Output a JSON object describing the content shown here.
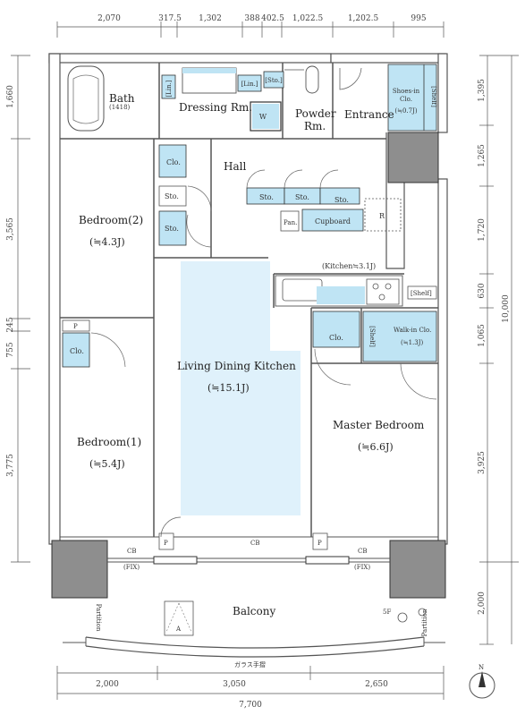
{
  "dimensions": {
    "top": [
      "2,070",
      "317.5",
      "1,302",
      "388",
      "402.5",
      "1,022.5",
      "1,202.5",
      "995"
    ],
    "bottom": [
      "2,000",
      "3,050",
      "2,650"
    ],
    "bottom_total": "7,700",
    "left": [
      "1,660",
      "3,565",
      "245",
      "755",
      "3,775"
    ],
    "right": [
      "1,395",
      "1,265",
      "1,720",
      "630",
      "1,065",
      "3,925",
      "2,000"
    ],
    "right_total": "10,000"
  },
  "rooms": {
    "bath": "Bath",
    "bath_size": "(1418)",
    "dressing": "Dressing Rm.",
    "powder_1": "Powder",
    "powder_2": "Rm.",
    "entrance": "Entrance",
    "hall": "Hall",
    "bedroom2": "Bedroom(2)",
    "bedroom2_area": "(≒4.3J)",
    "bedroom1": "Bedroom(1)",
    "bedroom1_area": "(≒5.4J)",
    "ldk": "Living Dining Kitchen",
    "ldk_area": "(≒15.1J)",
    "kitchen": "(Kitchen≒3.1J)",
    "master": "Master Bedroom",
    "master_area": "(≒6.6J)",
    "balcony": "Balcony"
  },
  "storage": {
    "shoes_1": "Shoes-in",
    "shoes_2": "Clo.",
    "shoes_area": "(≒0.7J)",
    "shelf_v": "[Shelf]",
    "lin1": "[Lin.]",
    "lin2": "[Lin.]",
    "sto_top": "[Sto.]",
    "w": "W",
    "clo_b2": "Clo.",
    "clo_b1": "Clo.",
    "clo_master": "Clo.",
    "sto_a": "Sto.",
    "sto_b": "Sto.",
    "sto_c": "Sto.",
    "sto_d": "Sto.",
    "sto_e": "Sto.",
    "pan": "Pan.",
    "cupboard": "Cupboard",
    "r": "R",
    "shelf_k": "[Shelf]",
    "shelf_w": "[Shelf]",
    "walkin_1": "Walk-in Clo.",
    "walkin_area": "(≒1.3J)",
    "p1": "P",
    "p2": "P",
    "p3": "P"
  },
  "balcony": {
    "cb1": "CB",
    "cb2": "CB",
    "cb3": "CB",
    "fix1": "(FIX)",
    "fix2": "(FIX)",
    "partition1": "Partition",
    "partition2": "Partition",
    "fifth_floor": "5F",
    "a": "A",
    "handrail": "ガラス手摺"
  },
  "compass": "N",
  "colors": {
    "storage": "#bfe4f4",
    "ldk": "#dff1fb",
    "column": "#8e8e8e",
    "wall": "#555555"
  }
}
